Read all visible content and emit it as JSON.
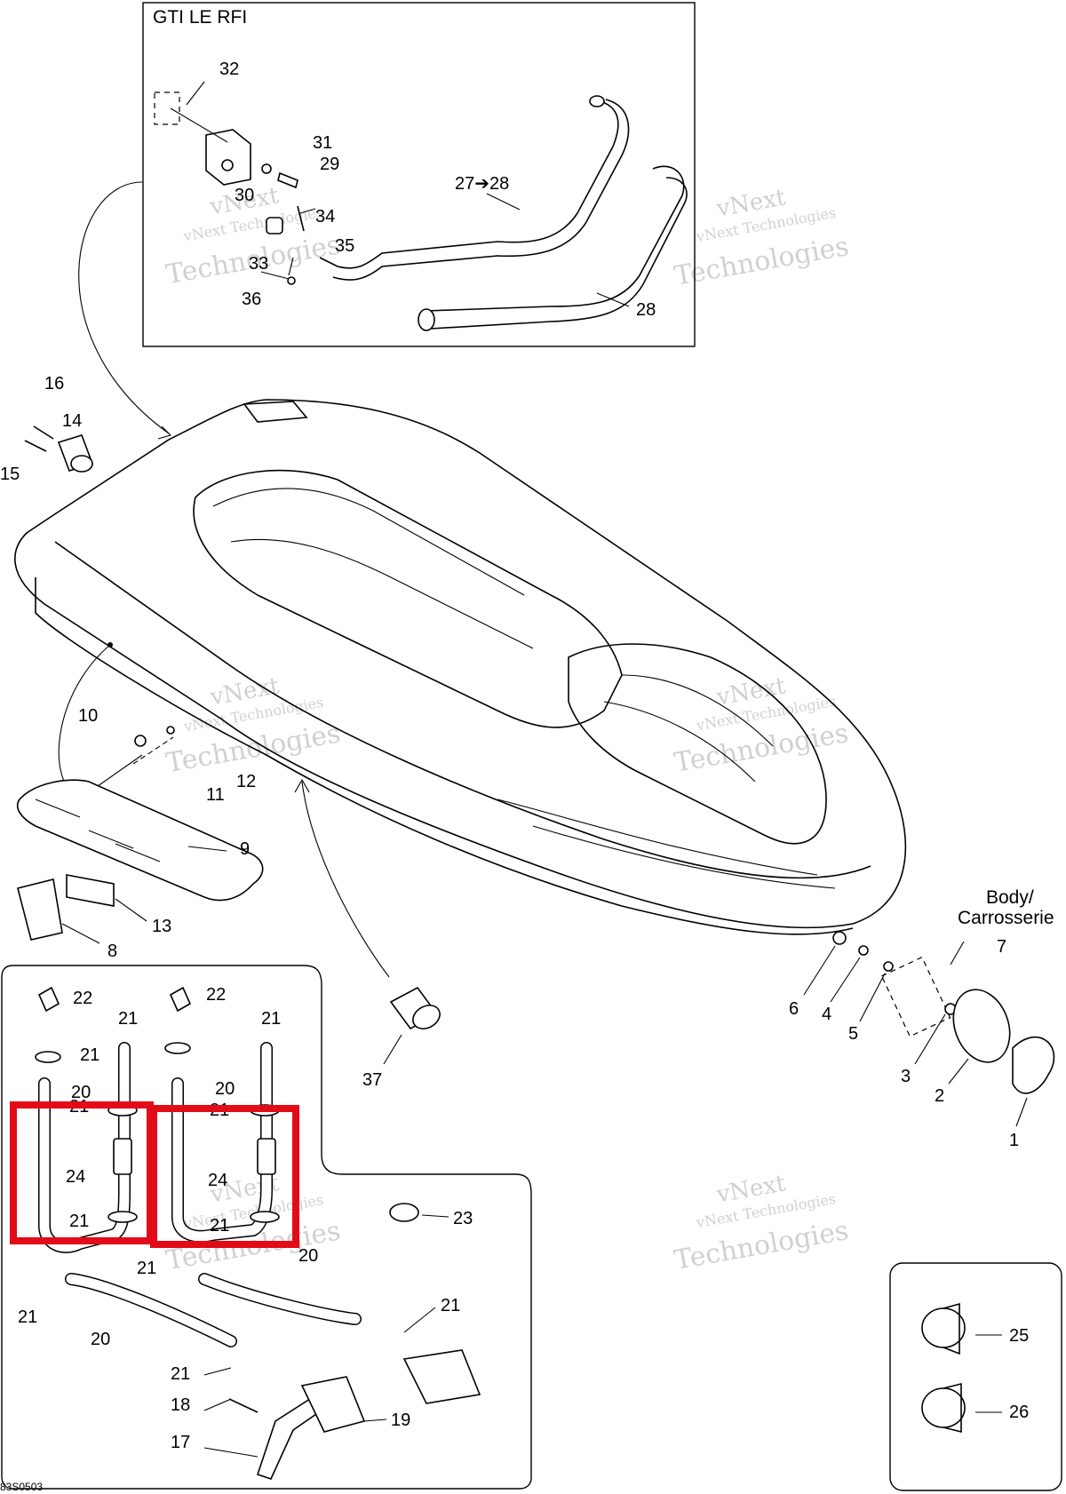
{
  "header": {
    "variant_label": "GTI LE RFI"
  },
  "body_label": {
    "line1": "Body/",
    "line2": "Carrosserie"
  },
  "footer": {
    "drawing_code": "83S0503"
  },
  "watermark": {
    "line1": "vNext",
    "line2": "vNext Technologies",
    "line3": "Technologies"
  },
  "highlight_color": "#e30b17",
  "callouts": {
    "c1": "1",
    "c2": "2",
    "c3": "3",
    "c4": "4",
    "c5": "5",
    "c6": "6",
    "c7": "7",
    "c8": "8",
    "c9": "9",
    "c10": "10",
    "c11": "11",
    "c12": "12",
    "c13": "13",
    "c14": "14",
    "c15": "15",
    "c16": "16",
    "c17": "17",
    "c18": "18",
    "c19": "19",
    "c20": "20",
    "c21": "21",
    "c22": "22",
    "c23": "23",
    "c24": "24",
    "c25": "25",
    "c26": "26",
    "c27_28": "27➔28",
    "c28": "28",
    "c29": "29",
    "c30": "30",
    "c31": "31",
    "c32": "32",
    "c33": "33",
    "c34": "34",
    "c35": "35",
    "c36": "36",
    "c37": "37"
  }
}
